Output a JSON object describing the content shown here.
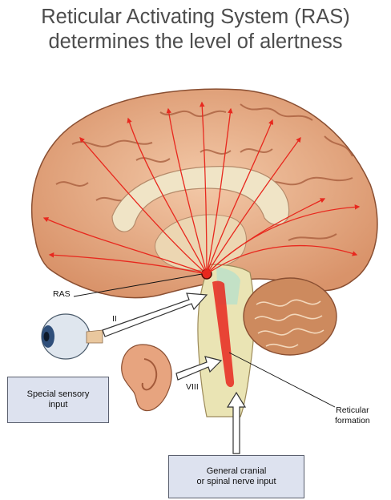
{
  "title": {
    "line1": "Reticular Activating System (RAS)",
    "line2": "determines the level of alertness"
  },
  "labels": {
    "ras": "RAS",
    "optic_nerve": "II",
    "vestibulocochlear_nerve": "VIII",
    "reticular_formation_line1": "Reticular",
    "reticular_formation_line2": "formation"
  },
  "boxes": {
    "special_sensory_line1": "Special sensory",
    "special_sensory_line2": "input",
    "general_input_line1": "General cranial",
    "general_input_line2": "or spinal nerve input"
  },
  "colors": {
    "title_text": "#4d4d4d",
    "activation_arrows": "#e8281e",
    "box_fill": "#dde2ef",
    "cortex": "#e9b48f"
  }
}
